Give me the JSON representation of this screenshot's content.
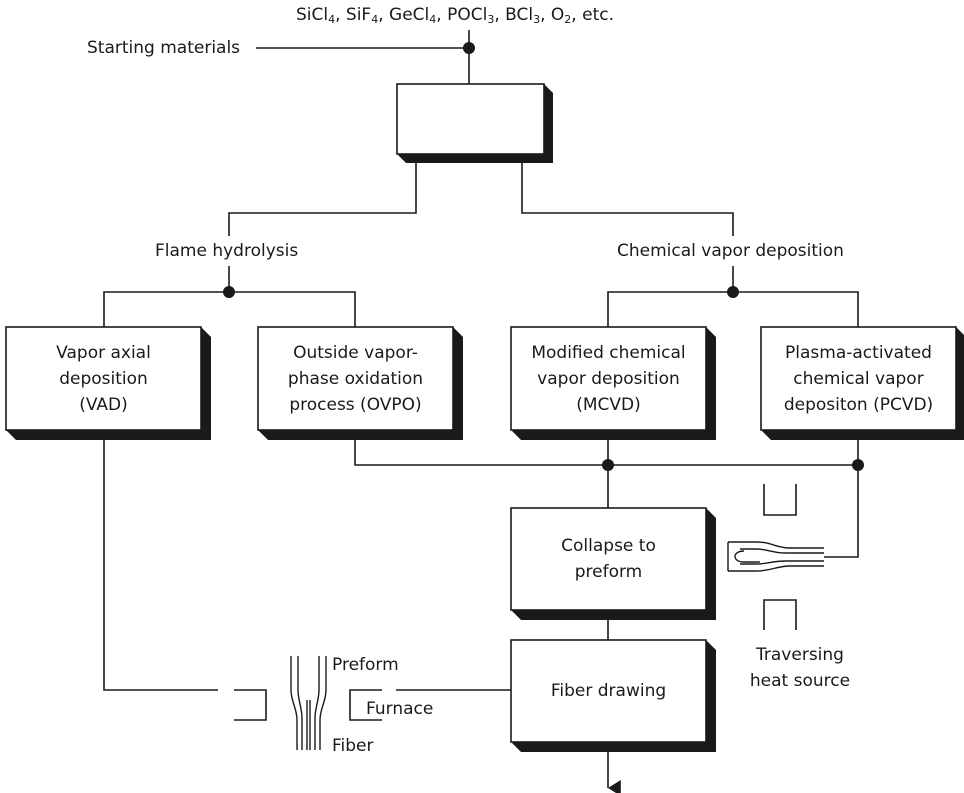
{
  "header": {
    "chemicals": [
      {
        "base": "SiCl",
        "sub": "4",
        "sep": ", "
      },
      {
        "base": "SiF",
        "sub": "4",
        "sep": ", "
      },
      {
        "base": "GeCl",
        "sub": "4",
        "sep": ", "
      },
      {
        "base": "POCl",
        "sub": "3",
        "sep": ", "
      },
      {
        "base": "BCl",
        "sub": "3",
        "sep": ", "
      },
      {
        "base": "O",
        "sub": "2",
        "sep": ", etc."
      }
    ],
    "starting_label": "Starting materials"
  },
  "branches": {
    "flame": "Flame hydrolysis",
    "cvd": "Chemical vapor deposition"
  },
  "boxes": {
    "vad": [
      "Vapor axial",
      "deposition",
      "(VAD)"
    ],
    "ovpo": [
      "Outside vapor-",
      "phase oxidation",
      "process (OVPO)"
    ],
    "mcvd": [
      "Modified chemical",
      "vapor deposition",
      "(MCVD)"
    ],
    "pcvd": [
      "Plasma-activated",
      "chemical vapor",
      "depositon (PCVD)"
    ],
    "collapse": [
      "Collapse to",
      "preform"
    ],
    "drawing": [
      "Fiber drawing"
    ]
  },
  "labels": {
    "traversing": [
      "Traversing",
      "heat source"
    ],
    "preform": "Preform",
    "furnace": "Furnace",
    "fiber": "Fiber"
  }
}
